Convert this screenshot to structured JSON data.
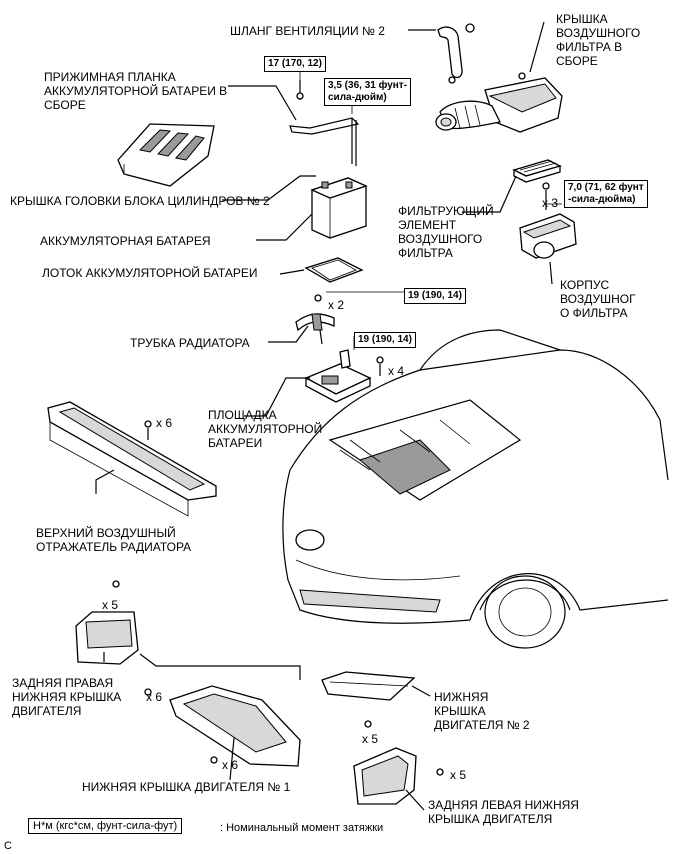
{
  "labels": {
    "vent_hose": "ШЛАНГ ВЕНТИЛЯЦИИ № 2",
    "air_filter_cap": "КРЫШКА\nВОЗДУШНОГО\nФИЛЬТРА В\nСБОРЕ",
    "battery_clamp": "ПРИЖИМНАЯ ПЛАНКА\nАККУМУЛЯТОРНОЙ БАТАРЕИ В\nСБОРЕ",
    "cylinder_head_cover": "КРЫШКА ГОЛОВКИ БЛОКА ЦИЛИНДРОВ № 2",
    "battery": "АККУМУЛЯТОРНАЯ БАТАРЕЯ",
    "filter_element": "ФИЛЬТРУЮЩИЙ\nЭЛЕМЕНТ\nВОЗДУШНОГО\nФИЛЬТРА",
    "battery_tray": "ЛОТОК АККУМУЛЯТОРНОЙ БАТАРЕИ",
    "air_cleaner_case": "КОРПУС\nВОЗДУШНОГ\nО ФИЛЬТРА",
    "radiator_pipe": "ТРУБКА РАДИАТОРА",
    "battery_carrier": "ПЛОЩАДКА\nАККУМУЛЯТОРНОЙ\nБАТАРЕИ",
    "radiator_deflector": "ВЕРХНИЙ ВОЗДУШНЫЙ\nОТРАЖАТЕЛЬ РАДИАТОРА",
    "rear_right_under_cover": "ЗАДНЯЯ ПРАВАЯ\nНИЖНЯЯ КРЫШКА\nДВИГАТЕЛЯ",
    "under_cover_2": "НИЖНЯЯ\nКРЫШКА\nДВИГАТЕЛЯ № 2",
    "under_cover_1": "НИЖНЯЯ КРЫШКА ДВИГАТЕЛЯ № 1",
    "rear_left_under_cover": "ЗАДНЯЯ ЛЕВАЯ НИЖНЯЯ\nКРЫШКА ДВИГАТЕЛЯ"
  },
  "torque": {
    "t1": "17 (170, 12)",
    "t2": "3,5 (36, 31 фунт-\nсила-дюйм)",
    "t3": "7,0 (71, 62 фунт\n-сила-дюйма)",
    "t4": "19 (190, 14)",
    "t5": "19 (190, 14)"
  },
  "quantities": {
    "q_x3": "x 3",
    "q_x2": "x 2",
    "q_x4": "x 4",
    "q_x6a": "x 6",
    "q_x5a": "x 5",
    "q_x6b": "x 6",
    "q_x6c": "x 6",
    "q_x5b": "x 5",
    "q_x5c": "x 5"
  },
  "legend": {
    "unit_box": "Н*м (кгс*см, фунт-сила-фут)",
    "description": ": Номинальный момент затяжки"
  },
  "corner_mark": "C"
}
